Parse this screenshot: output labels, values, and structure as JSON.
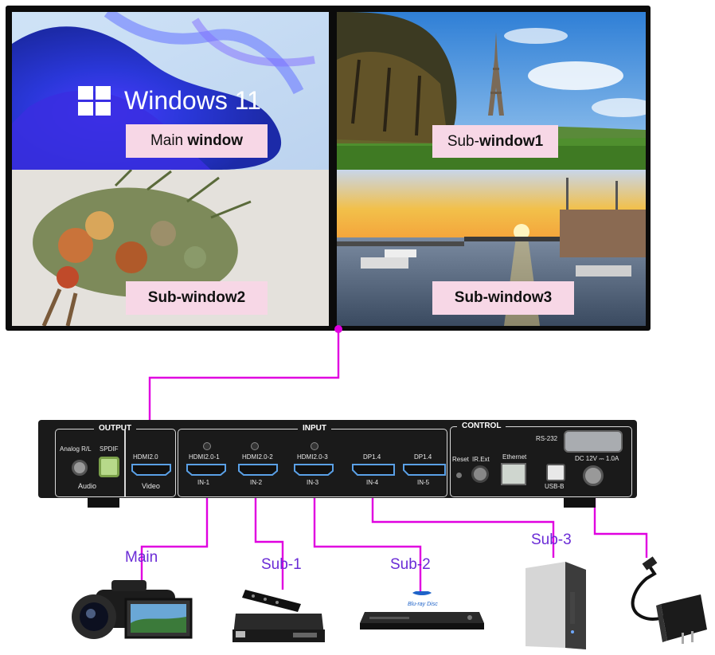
{
  "windows": {
    "main_label_plain": "Main ",
    "main_label_bold": "window",
    "win_text": "Windows 11",
    "sub1_label_plain": "Sub-",
    "sub1_label_bold": "window1",
    "sub2_label": "Sub-window2",
    "sub3_label": "Sub-window3"
  },
  "device": {
    "output_title": "OUTPUT",
    "input_title": "INPUT",
    "control_title": "CONTROL",
    "analog_label": "Analog R/L",
    "spdif_label": "SPDIF",
    "audio_label": "Audio",
    "hdmi_out_label": "HDMI2.0",
    "video_label": "Video",
    "in1_top": "HDMI2.0-1",
    "in1_bottom": "IN-1",
    "in2_top": "HDMI2.0-2",
    "in2_bottom": "IN-2",
    "in3_top": "HDMI2.0-3",
    "in3_bottom": "IN-3",
    "in4_top": "DP1.4",
    "in4_bottom": "IN-4",
    "in5_top": "DP1.4",
    "in5_bottom": "IN-5",
    "reset_label": "Reset",
    "irext_label": "IR.Ext",
    "ethernet_label": "Ethernet",
    "usb_label": "USB-B",
    "rs232_label": "RS-232",
    "dc_label": "DC 12V ⎓ 1.0A"
  },
  "sources": {
    "main": "Main",
    "sub1": "Sub-1",
    "sub2": "Sub-2",
    "sub3": "Sub-3"
  },
  "colors": {
    "wire": "#e000e0",
    "source_label": "#6a2bd6",
    "window_label_bg": "#f7d7e6"
  },
  "icons": [
    "windows-logo-icon",
    "eiffel-tower-icon",
    "camcorder-icon",
    "set-top-box-icon",
    "bluray-player-icon",
    "external-drive-icon",
    "power-adapter-icon"
  ]
}
